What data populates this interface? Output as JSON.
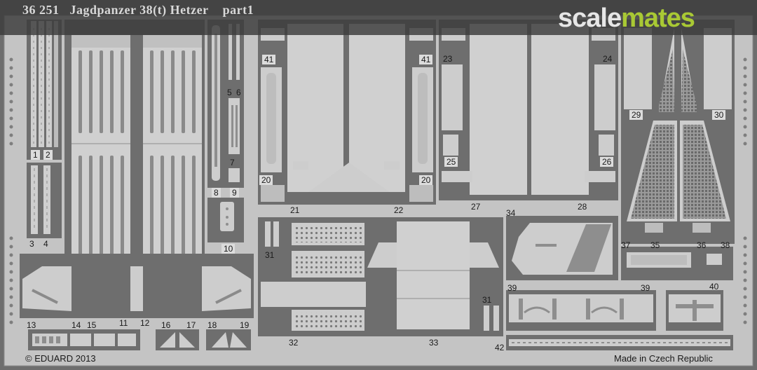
{
  "sheet": {
    "code": "36 251",
    "name": "Jagdpanzer 38(t) Hetzer",
    "part": "part1",
    "copyright": "© EDUARD 2013",
    "made_in": "Made in Czech Republic"
  },
  "watermark": {
    "left": "scale",
    "right": "mates"
  },
  "part_numbers": {
    "p1": "1",
    "p2": "2",
    "p3": "3",
    "p4": "4",
    "p5": "5",
    "p6": "6",
    "p7": "7",
    "p8": "8",
    "p9": "9",
    "p10": "10",
    "p11": "11",
    "p12": "12",
    "p13": "13",
    "p14": "14",
    "p15": "15",
    "p16": "16",
    "p17": "17",
    "p18": "18",
    "p19": "19",
    "p20a": "20",
    "p20b": "20",
    "p21": "21",
    "p22": "22",
    "p23": "23",
    "p24": "24",
    "p25": "25",
    "p26": "26",
    "p27": "27",
    "p28": "28",
    "p29": "29",
    "p30": "30",
    "p31a": "31",
    "p31b": "31",
    "p32": "32",
    "p33": "33",
    "p34": "34",
    "p35": "35",
    "p36": "36",
    "p37": "37",
    "p38": "38",
    "p39a": "39",
    "p39b": "39",
    "p40": "40",
    "p41a": "41",
    "p41b": "41",
    "p42": "42"
  },
  "colors": {
    "fret": "#c4c4c4",
    "part": "#cdcdcd",
    "shadow": "#6e6e6e",
    "accent": "#a9c934"
  }
}
